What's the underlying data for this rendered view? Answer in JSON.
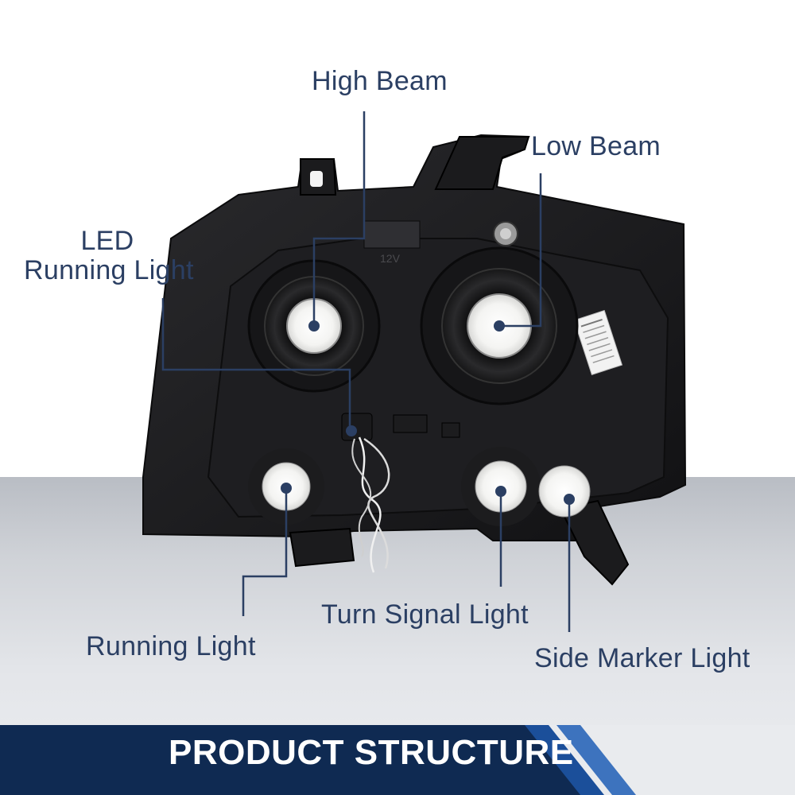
{
  "callouts": {
    "high_beam": "High Beam",
    "low_beam": "Low Beam",
    "led_running_line1": "LED",
    "led_running_line2": "Running Light",
    "running_light": "Running Light",
    "turn_signal": "Turn Signal Light",
    "side_marker": "Side Marker Light"
  },
  "housing": {
    "voltage_mark": "12V"
  },
  "banner": {
    "title": "PRODUCT STRUCTURE"
  },
  "colors": {
    "label_text": "#2b3f63",
    "leader_line": "#2b3f63",
    "banner_dark": "#0f2a52",
    "banner_accent": "#1b4f9a",
    "housing": "#1a1a1c"
  }
}
